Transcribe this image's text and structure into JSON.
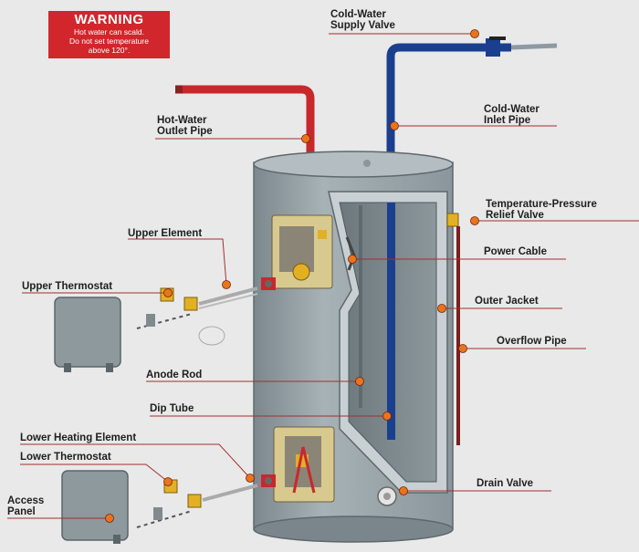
{
  "warning": {
    "title": "WARNING",
    "lines": [
      "Hot water can scald.",
      "Do not set temperature",
      "above 120°."
    ]
  },
  "labels": {
    "cold_water_supply_valve": [
      "Cold-Water",
      "Supply Valve"
    ],
    "hot_water_outlet_pipe": [
      "Hot-Water",
      "Outlet Pipe"
    ],
    "cold_water_inlet_pipe": [
      "Cold-Water",
      "Inlet Pipe"
    ],
    "temperature_pressure_relief_valve": [
      "Temperature-Pressure",
      "Relief Valve"
    ],
    "upper_element": "Upper Element",
    "power_cable": "Power Cable",
    "upper_thermostat": "Upper Thermostat",
    "outer_jacket": "Outer Jacket",
    "overflow_pipe": "Overflow Pipe",
    "anode_rod": "Anode Rod",
    "dip_tube": "Dip Tube",
    "lower_heating_element": "Lower Heating Element",
    "lower_thermostat": "Lower Thermostat",
    "drain_valve": "Drain Valve",
    "access_panel": [
      "Access",
      "Panel"
    ]
  },
  "colors": {
    "background": "#e9e9e9",
    "tank": "#99a5aa",
    "hot_pipe": "#c8282c",
    "cold_pipe": "#1b3f8f",
    "leader_line": "#a13030",
    "callout_dot": "#e8751a",
    "warning_box": "#d1262b"
  }
}
